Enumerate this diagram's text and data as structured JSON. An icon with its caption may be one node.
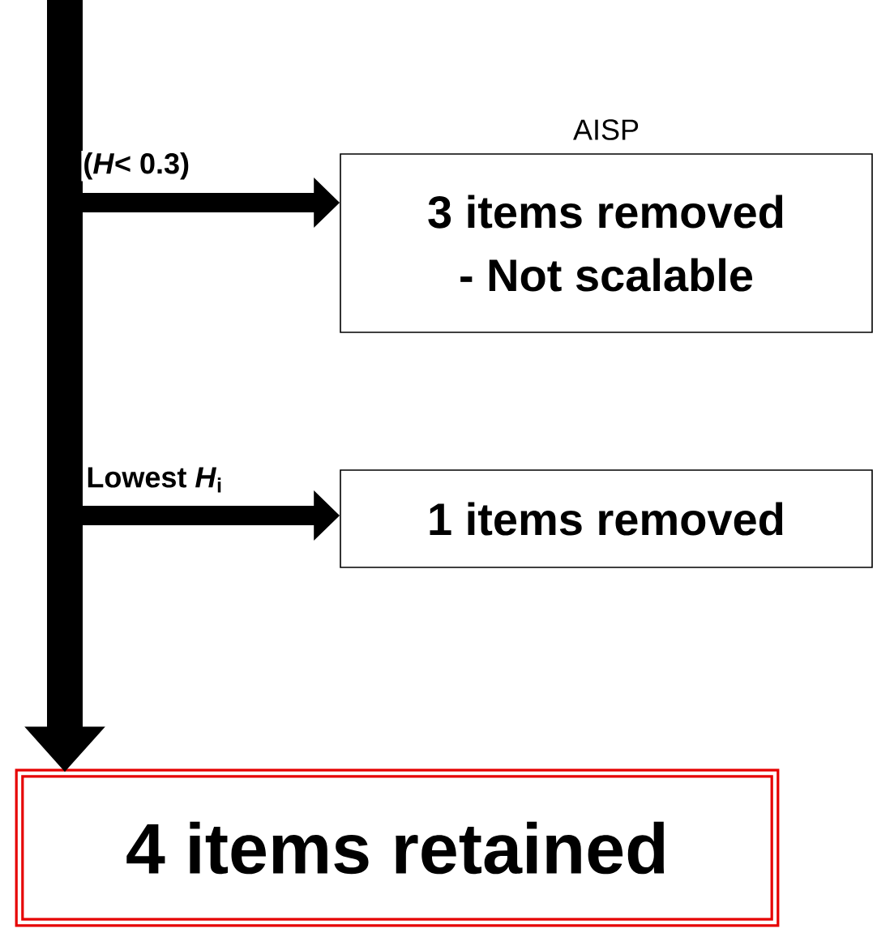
{
  "diagram": {
    "nodes": [
      {
        "text": [
          "AISP",
          "3 items removed",
          "- Not scalable"
        ]
      },
      {
        "text": [
          "1 items removed"
        ]
      },
      {
        "text": [
          "4 items retained"
        ]
      }
    ],
    "edges": [
      {
        "from": null,
        "to": 0,
        "arrow": "to",
        "label": "(*H*< 0.3)"
      },
      {
        "from": null,
        "to": 1,
        "arrow": "to",
        "label": "Lowest *H*$_{i}$"
      },
      {
        "from": null,
        "to": 2,
        "arrow": "to",
        "style": "thick"
      }
    ]
  }
}
